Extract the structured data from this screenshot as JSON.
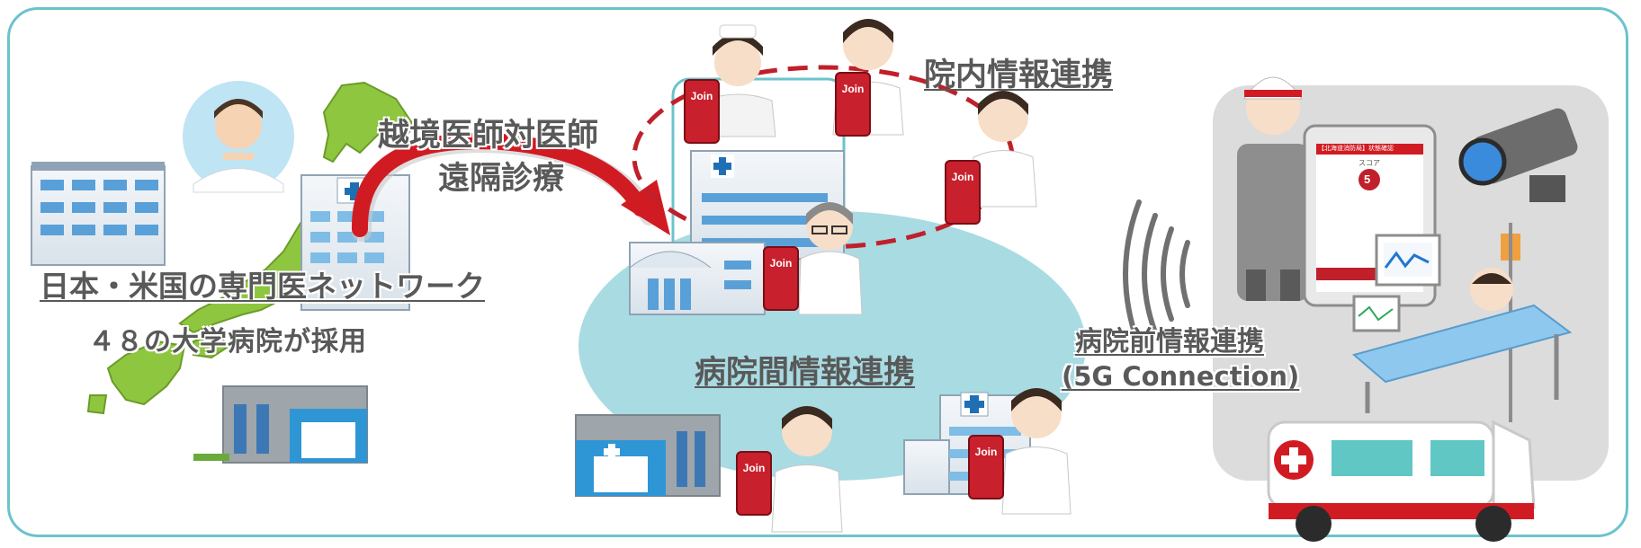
{
  "labels": {
    "japan_us_network": "日本・米国の専門医ネットワーク",
    "adopted_48": "４８の大学病院が採用",
    "cross_border_1": "越境医師対医師",
    "cross_border_2": "遠隔診療",
    "in_hospital": "院内情報連携",
    "inter_hospital": "病院間情報連携",
    "pre_hospital": "病院前情報連携",
    "five_g": "(5G Connection)"
  },
  "app": {
    "name": "Join",
    "tablet_step": "5",
    "tablet_title": "【北海道消防局】状態確認",
    "tablet_header": "スコア"
  },
  "colors": {
    "frame": "#6bc3cc",
    "blob": "#a9dbe3",
    "arrow": "#d11b22",
    "dash": "#c0202a",
    "map": "#8fc63f",
    "phone": "#c8202c",
    "text": "#595959",
    "gray_box": "#dcdcdc"
  },
  "icons": [
    "japan-map-icon",
    "hospital-building-icon",
    "doctor-avatar-icon",
    "nurse-icon",
    "smartphone-icon",
    "security-camera-icon",
    "ambulance-icon",
    "patient-bed-icon",
    "signal-waves-icon",
    "tablet-icon",
    "paramedic-icon",
    "monitor-icon"
  ]
}
